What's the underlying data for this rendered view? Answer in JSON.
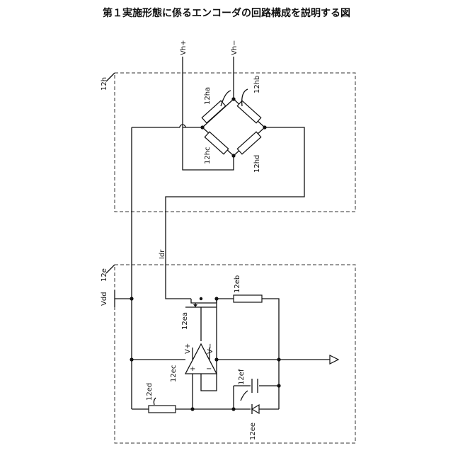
{
  "title": "第１実施形態に係るエンコーダの回路構成を説明する図",
  "labels": {
    "vh_plus": "Vh+",
    "vh_minus": "Vh−",
    "box_12h": "12h",
    "box_12e": "12e",
    "r_12ha": "12ha",
    "r_12hb": "12hb",
    "r_12hc": "12hc",
    "r_12hd": "12hd",
    "idr": "Idr",
    "vdd": "Vdd",
    "r_12eb": "12eb",
    "fet_12ea": "12ea",
    "v_plus": "V+",
    "v_minus": "V−",
    "opamp_12ec": "12ec",
    "plus_sign": "+",
    "minus_sign": "−",
    "r_12ed": "12ed",
    "cap_12ef": "12ef",
    "diode_12ee": "12ee"
  }
}
